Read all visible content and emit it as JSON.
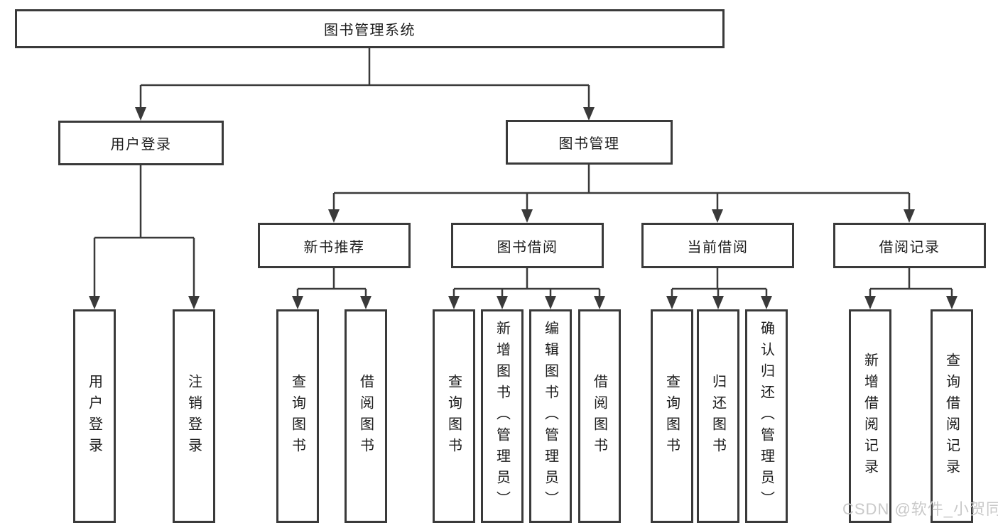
{
  "hierarchy": {
    "root": "图书管理系统",
    "children": [
      {
        "label": "用户登录",
        "children": [
          "用户登录",
          "注销登录"
        ]
      },
      {
        "label": "图书管理",
        "children": [
          {
            "label": "新书推荐",
            "children": [
              "查询图书",
              "借阅图书"
            ]
          },
          {
            "label": "图书借阅",
            "children": [
              "查询图书",
              "新增图书（管理员）",
              "编辑图书（管理员）",
              "借阅图书"
            ]
          },
          {
            "label": "当前借阅",
            "children": [
              "查询图书",
              "归还图书",
              "确认归还（管理员）"
            ]
          },
          {
            "label": "借阅记录",
            "children": [
              "新增借阅记录",
              "查询借阅记录"
            ]
          }
        ]
      }
    ]
  },
  "watermark": "CSDN @软件_小贺同学",
  "colors": {
    "line": "#3a3a3a",
    "text": "#1c1c1c",
    "watermark": "#c9c9c9",
    "background": "#ffffff"
  }
}
